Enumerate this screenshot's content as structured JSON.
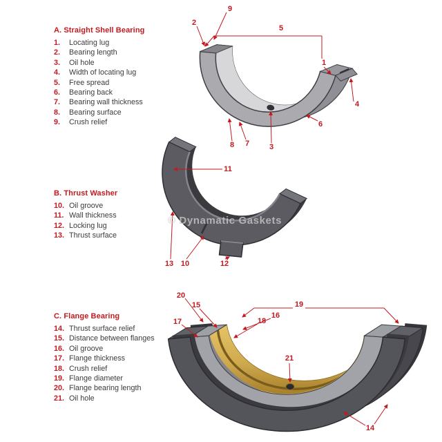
{
  "watermark": "© Dynamatic Gaskets",
  "colors": {
    "accent_red": "#c4191f",
    "text": "#3b3b3b",
    "gold": "#cfa94e",
    "steel_dark": "#54545b",
    "steel_light": "#a2a3a8"
  },
  "sections": [
    {
      "title": "A. Straight Shell Bearing",
      "items": [
        {
          "n": "1.",
          "label": "Locating lug"
        },
        {
          "n": "2.",
          "label": "Bearing length"
        },
        {
          "n": "3.",
          "label": "Oil hole"
        },
        {
          "n": "4.",
          "label": "Width of locating lug"
        },
        {
          "n": "5.",
          "label": "Free spread"
        },
        {
          "n": "6.",
          "label": "Bearing back"
        },
        {
          "n": "7.",
          "label": "Bearing wall thickness"
        },
        {
          "n": "8.",
          "label": "Bearing surface"
        },
        {
          "n": "9.",
          "label": "Crush relief"
        }
      ]
    },
    {
      "title": "B. Thrust Washer",
      "items": [
        {
          "n": "10.",
          "label": "Oil groove"
        },
        {
          "n": "11.",
          "label": "Wall thickness"
        },
        {
          "n": "12.",
          "label": "Locking lug"
        },
        {
          "n": "13.",
          "label": "Thrust surface"
        }
      ]
    },
    {
      "title": "C. Flange Bearing",
      "items": [
        {
          "n": "14.",
          "label": "Thrust surface relief"
        },
        {
          "n": "15.",
          "label": "Distance between flanges"
        },
        {
          "n": "16.",
          "label": "Oil groove"
        },
        {
          "n": "17.",
          "label": "Flange thickness"
        },
        {
          "n": "18.",
          "label": "Crush relief"
        },
        {
          "n": "19.",
          "label": "Flange diameter"
        },
        {
          "n": "20.",
          "label": "Flange bearing length"
        },
        {
          "n": "21.",
          "label": "Oil hole"
        }
      ]
    }
  ],
  "callouts": {
    "n1": "1",
    "n2": "2",
    "n3": "3",
    "n4": "4",
    "n5": "5",
    "n6": "6",
    "n7": "7",
    "n8": "8",
    "n9": "9",
    "n10": "10",
    "n11": "11",
    "n12": "12",
    "n13": "13",
    "n14": "14",
    "n15": "15",
    "n16": "16",
    "n17": "17",
    "n18": "18",
    "n19": "19",
    "n20": "20",
    "n21": "21"
  }
}
